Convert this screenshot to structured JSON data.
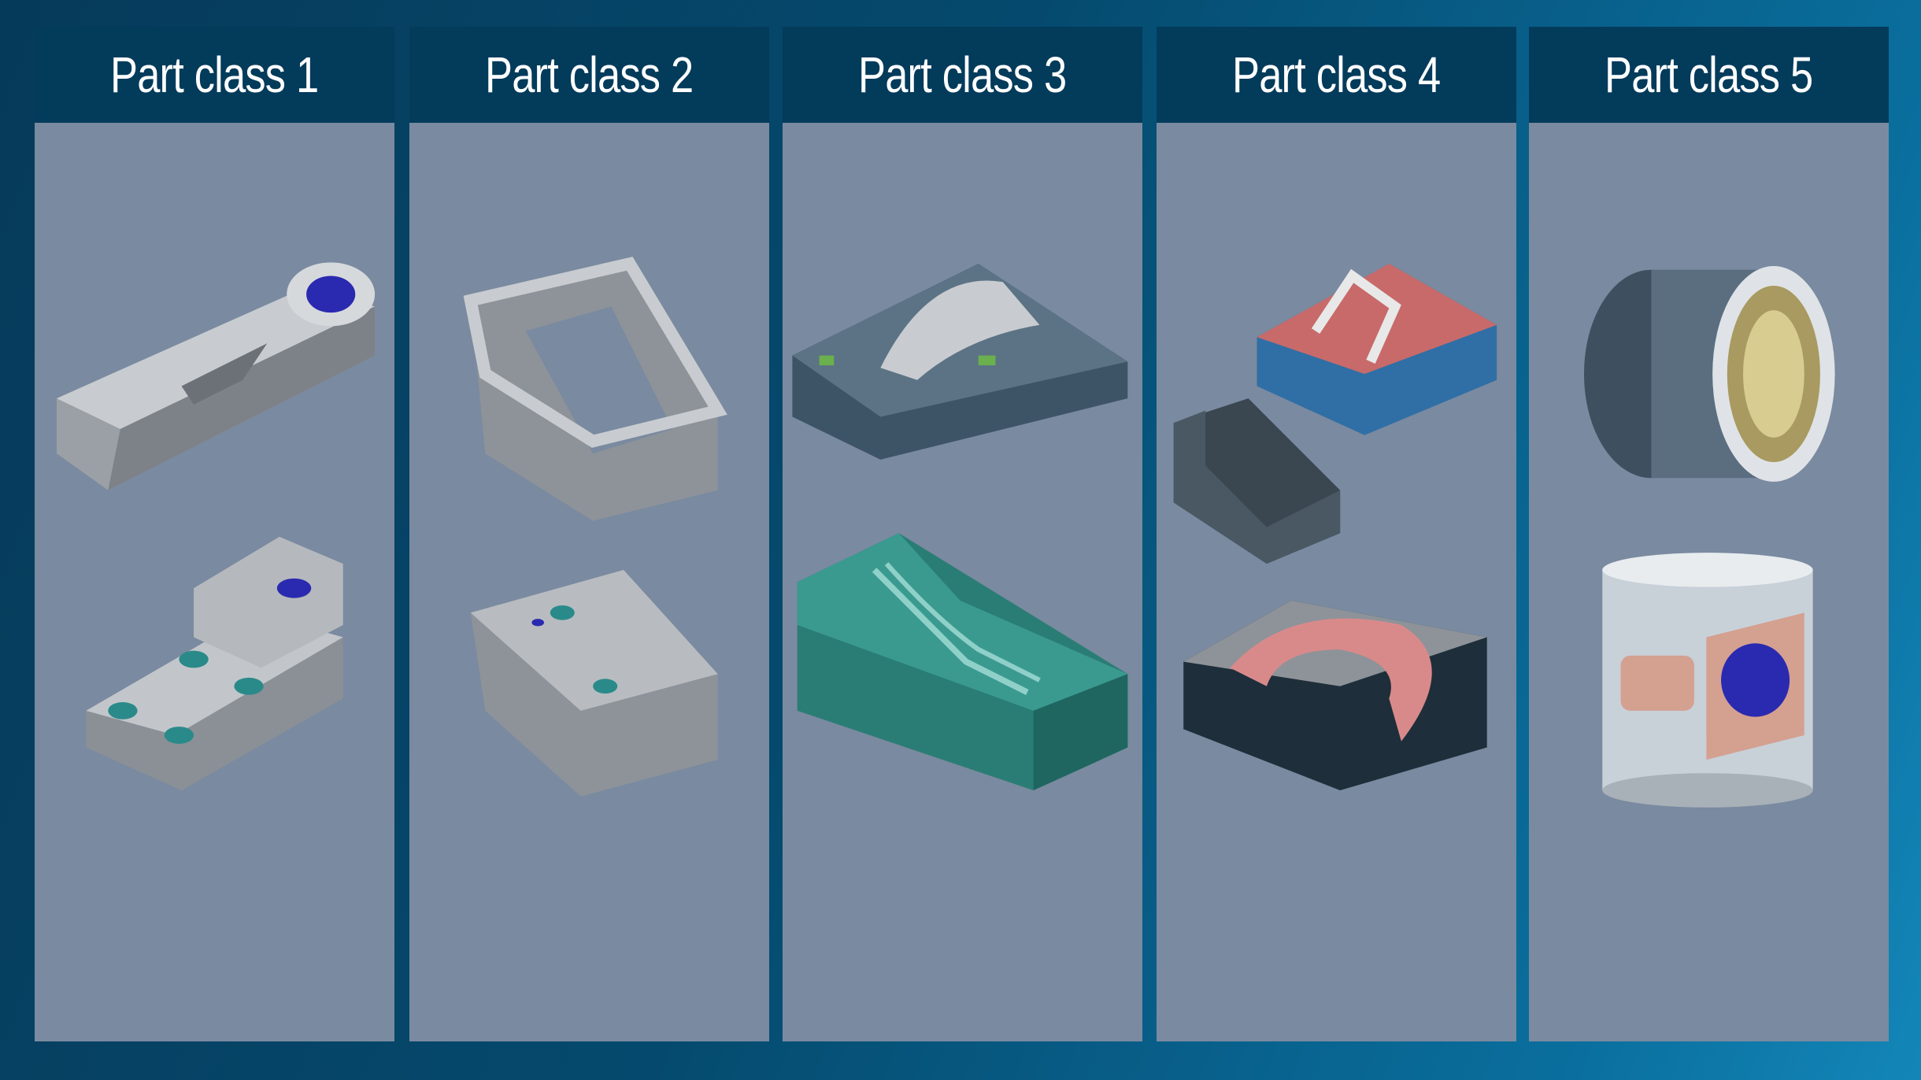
{
  "columns": [
    {
      "title": "Part class 1"
    },
    {
      "title": "Part class 2"
    },
    {
      "title": "Part class 3"
    },
    {
      "title": "Part class 4"
    },
    {
      "title": "Part class 5"
    }
  ],
  "colors": {
    "header": "#033b5b",
    "panel": "#7a8aa0",
    "background": "#054a6e"
  }
}
